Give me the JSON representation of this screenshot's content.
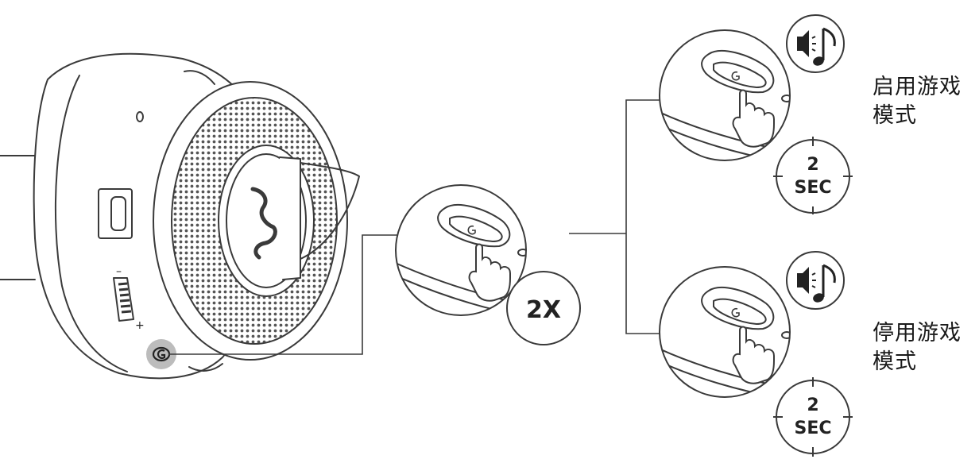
{
  "colors": {
    "line": "#3a3a3a",
    "highlight": "#bcbcbc",
    "grille_dot": "#555555",
    "background": "#ffffff"
  },
  "press_count_badge": {
    "text": "2X"
  },
  "hold_badges": [
    {
      "value": "2",
      "unit": "SEC"
    },
    {
      "value": "2",
      "unit": "SEC"
    }
  ],
  "outcomes": [
    {
      "line1": "启用游戏",
      "line2": "模式",
      "icon": "speaker-music-note-icon"
    },
    {
      "line1": "停用游戏",
      "line2": "模式",
      "icon": "speaker-music-note-icon"
    }
  ],
  "headset_button_icon": "game-mode-button-icon",
  "headset_side_marks": {
    "minus": "–",
    "plus": "+"
  }
}
